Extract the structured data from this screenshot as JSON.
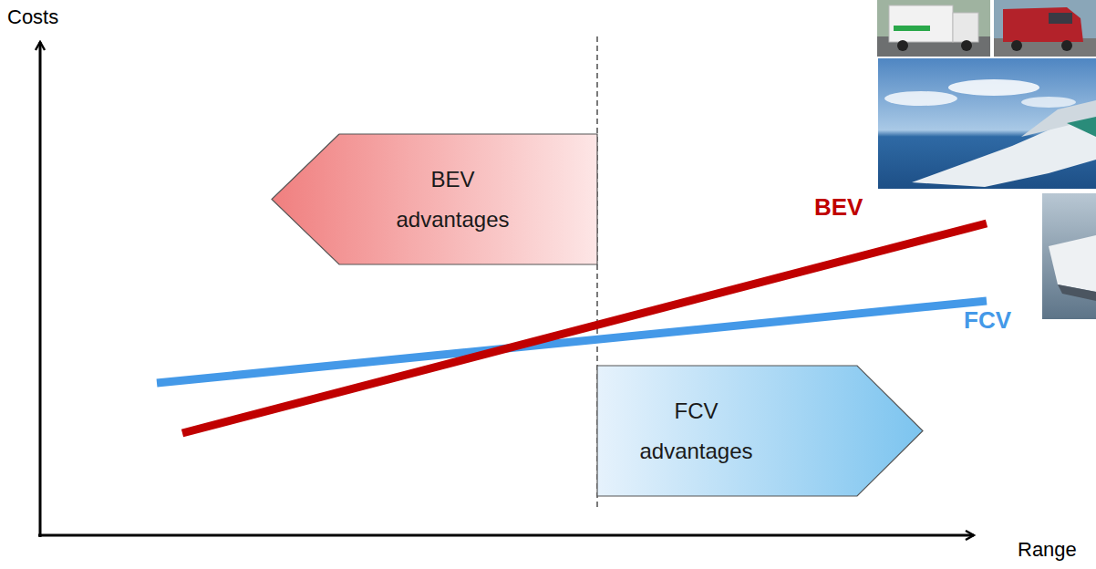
{
  "diagram": {
    "nodes": [
      {
        "text": [
          "BEV advantages"
        ]
      },
      {
        "text": [
          "FCV advantages"
        ]
      }
    ],
    "labels": [
      "Costs",
      "Range",
      "BEV",
      "FCV"
    ]
  }
}
